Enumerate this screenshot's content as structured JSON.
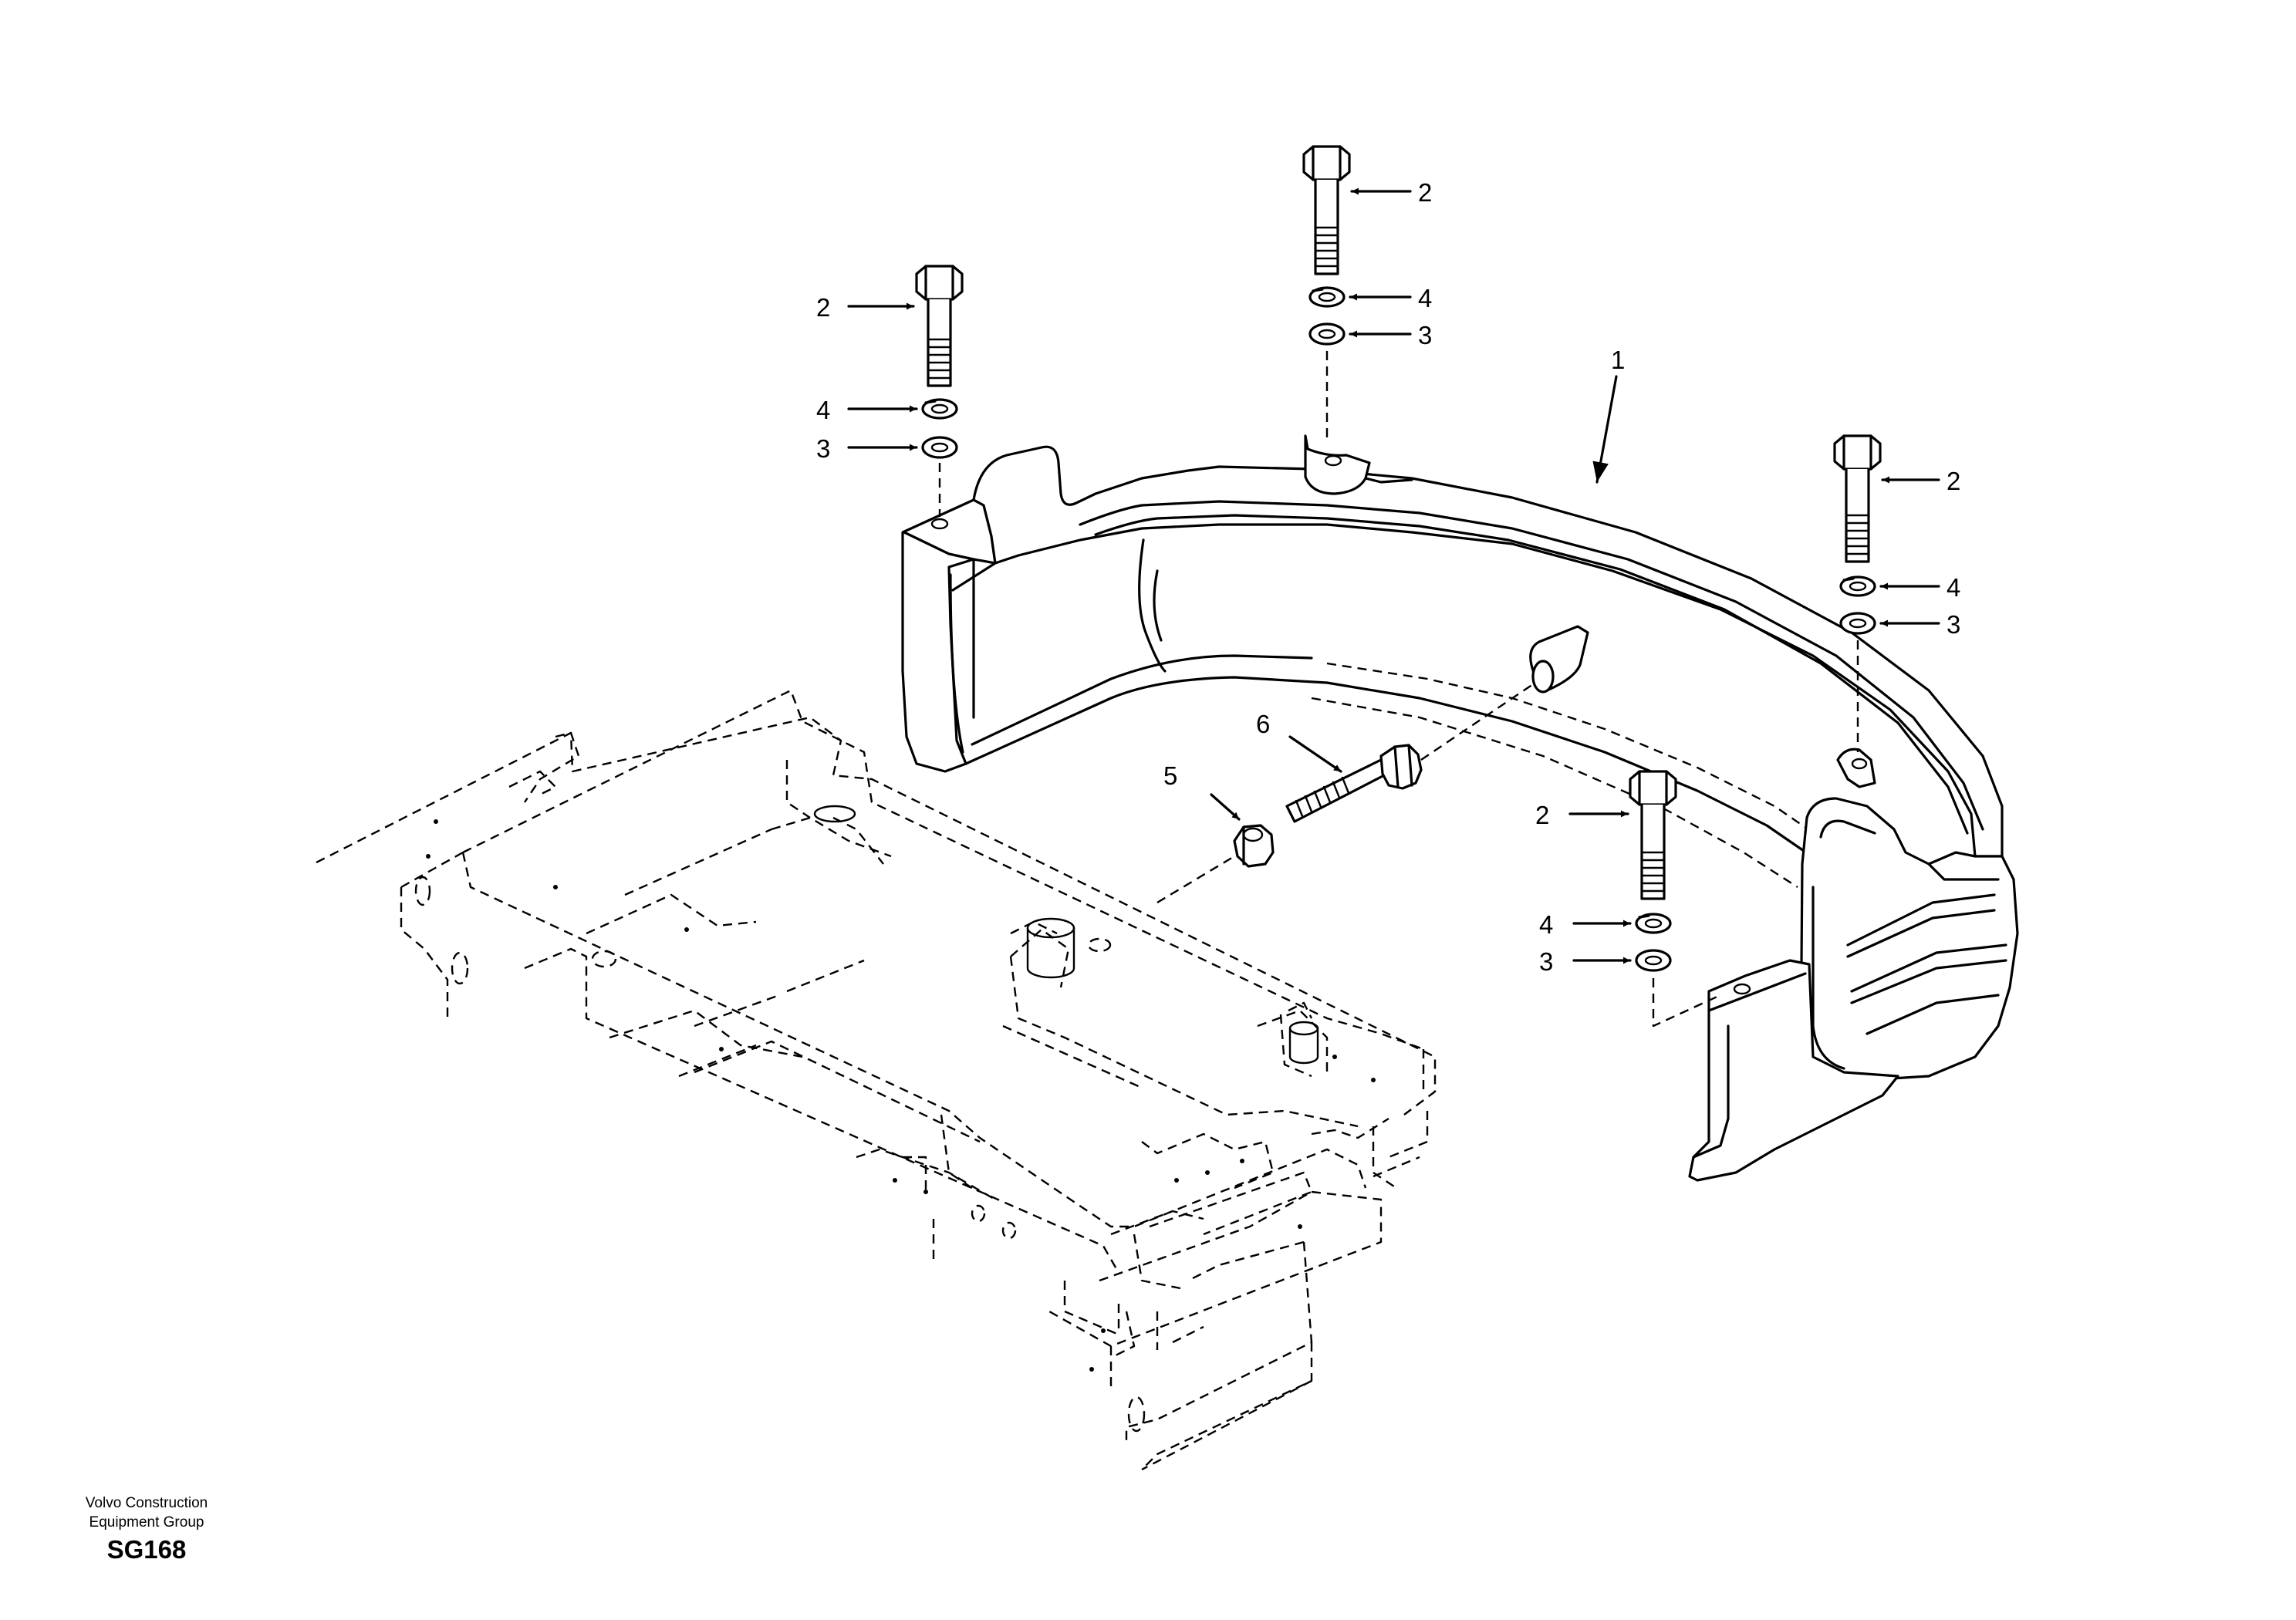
{
  "diagram": {
    "callouts": {
      "counterweight": "1",
      "bolt": "2",
      "washer": "3",
      "spring_washer": "4",
      "nut": "5",
      "lifting_bolt": "6"
    }
  },
  "footer": {
    "company_line1": "Volvo Construction",
    "company_line2": "Equipment Group",
    "drawing_code": "SG168"
  }
}
